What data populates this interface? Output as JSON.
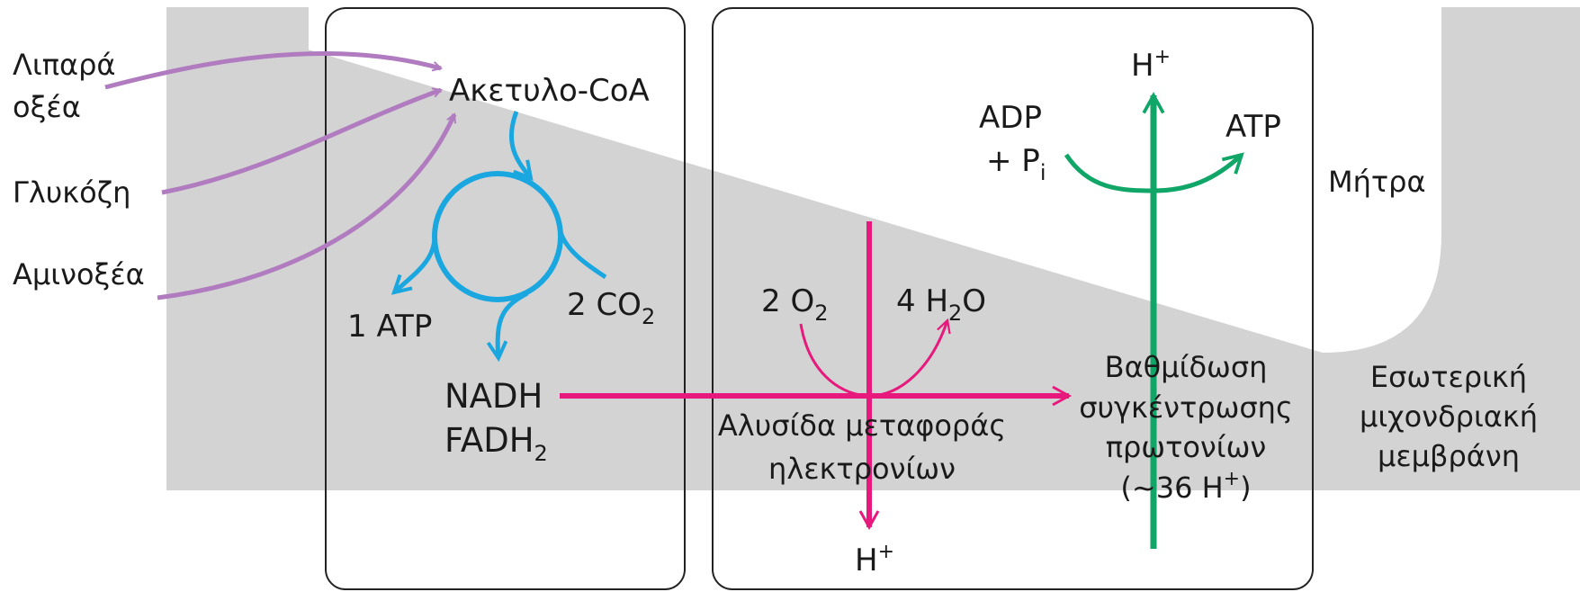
{
  "colors": {
    "membrane": "#d3d3d4",
    "box_stroke": "#222222",
    "input_arrows": "#b07cbf",
    "krebs": "#1aa7e0",
    "electron_chain": "#e8197c",
    "atp_synthase": "#10a667"
  },
  "inputs": {
    "fatty_acids_line1": "Λιπαρά",
    "fatty_acids_line2": "οξέα",
    "glucose": "Γλυκόζη",
    "amino_acids": "Αμινοξέα"
  },
  "krebs": {
    "acetyl_coa": "Ακετυλο-CoA",
    "atp_output": "1 ATP",
    "co2_coef": "2 CO",
    "co2_sub": "2",
    "nadh": "NADH",
    "fadh_base": "FADH",
    "fadh_sub": "2"
  },
  "electron_chain": {
    "o2_coef": "2 O",
    "o2_sub": "2",
    "h2o_a": "4 H",
    "h2o_sub": "2",
    "h2o_b": "O",
    "label_line1": "Αλυσίδα μεταφοράς",
    "label_line2": "ηλεκτρονίων",
    "h_out_base": "H",
    "h_out_sup": "+"
  },
  "synthase": {
    "h_top_base": "H",
    "h_top_sup": "+",
    "adp": "ADP",
    "pi_prefix": "+ P",
    "pi_sub": "i",
    "atp": "ATP",
    "gradient_line1": "Βαθμίδωση",
    "gradient_line2": "συγκέντρωσης",
    "gradient_line3": "πρωτονίων",
    "gradient_line4_a": "(~36 H",
    "gradient_line4_sup": "+",
    "gradient_line4_b": ")"
  },
  "regions": {
    "matrix": "Μήτρα",
    "membrane_line1": "Εσωτερική",
    "membrane_line2": "μιχονδριακή",
    "membrane_line3": "μεμβράνη"
  }
}
